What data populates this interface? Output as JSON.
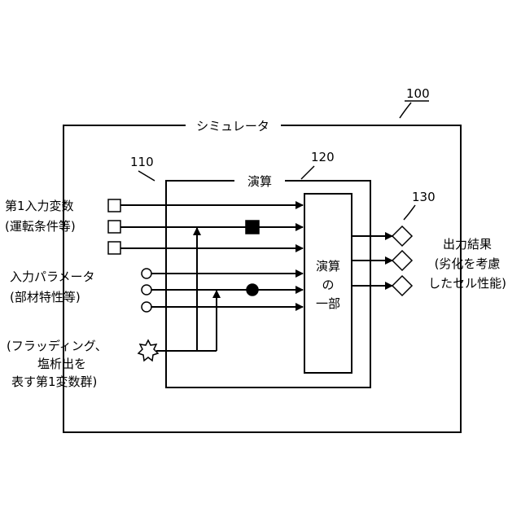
{
  "ref_100": "100",
  "ref_110": "110",
  "ref_120": "120",
  "ref_130": "130",
  "simulator_title": "シミュレータ",
  "enzan_title": "演算",
  "inner_box_lines": [
    "演算",
    "の",
    "一部"
  ],
  "left_labels": {
    "var1_lines": [
      "第1入力変数",
      "(運転条件等)"
    ],
    "param_lines": [
      "入力パラメータ",
      "(部材特性等)"
    ],
    "group_lines": [
      "(フラッディング、",
      "塩析出を",
      "表す第1変数群)"
    ]
  },
  "right_labels": {
    "output_lines": [
      "出力結果",
      "(劣化を考慮",
      "したセル性能)"
    ]
  }
}
